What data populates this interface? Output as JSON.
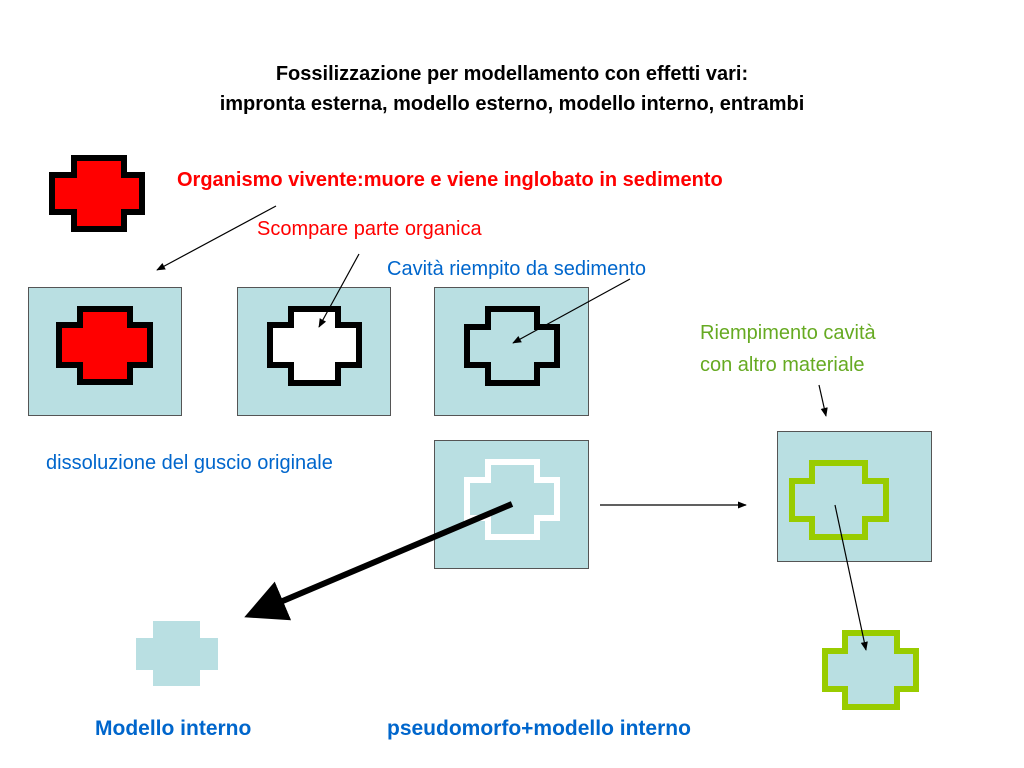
{
  "title": {
    "line1": "Fossilizzazione per modellamento con effetti vari:",
    "line2": "impronta esterna, modello esterno, modello interno, entrambi"
  },
  "labels": {
    "organismo": "Organismo vivente:muore e viene inglobato in sedimento",
    "scompare": "Scompare parte organica",
    "cavita": "Cavità riempito da sedimento",
    "riempimento_1": "Riempimento cavità",
    "riempimento_2": "con altro materiale",
    "dissoluzione": "dissoluzione del guscio originale",
    "modello_interno": "Modello interno",
    "pseudomorfo": "pseudomorfo+modello interno"
  },
  "colors": {
    "red": "#ff0000",
    "blue": "#0066cc",
    "green": "#66aa22",
    "lime_outline": "#99cc00",
    "box_fill": "#b9dfe2",
    "black": "#000000",
    "white": "#ffffff"
  }
}
